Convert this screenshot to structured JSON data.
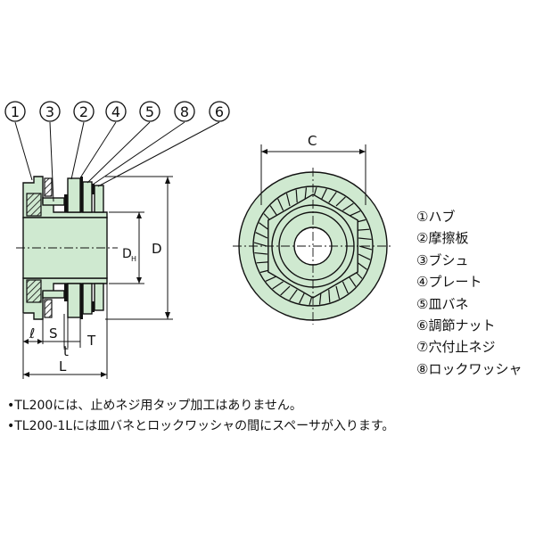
{
  "callouts": [
    {
      "num": "1"
    },
    {
      "num": "3"
    },
    {
      "num": "2"
    },
    {
      "num": "4"
    },
    {
      "num": "5"
    },
    {
      "num": "8"
    },
    {
      "num": "6"
    }
  ],
  "dimensions": {
    "l": "ℓ",
    "s": "S",
    "t": "t",
    "big_t": "T",
    "big_l": "L",
    "d": "D",
    "dh": "D",
    "dh_sub": "H",
    "c": "C"
  },
  "legend": [
    "①ハブ",
    "②摩擦板",
    "③ブシュ",
    "④プレート",
    "⑤皿バネ",
    "⑥調節ナット",
    "⑦穴付止ネジ",
    "⑧ロックワッシャ"
  ],
  "notes": [
    "•TL200には、止めネジ用タップ加工はありません。",
    "•TL200-1Lには皿バネとロックワッシャの間にスペーサが入ります。"
  ],
  "colors": {
    "fill": "#cfe9d0",
    "line": "#111111"
  }
}
